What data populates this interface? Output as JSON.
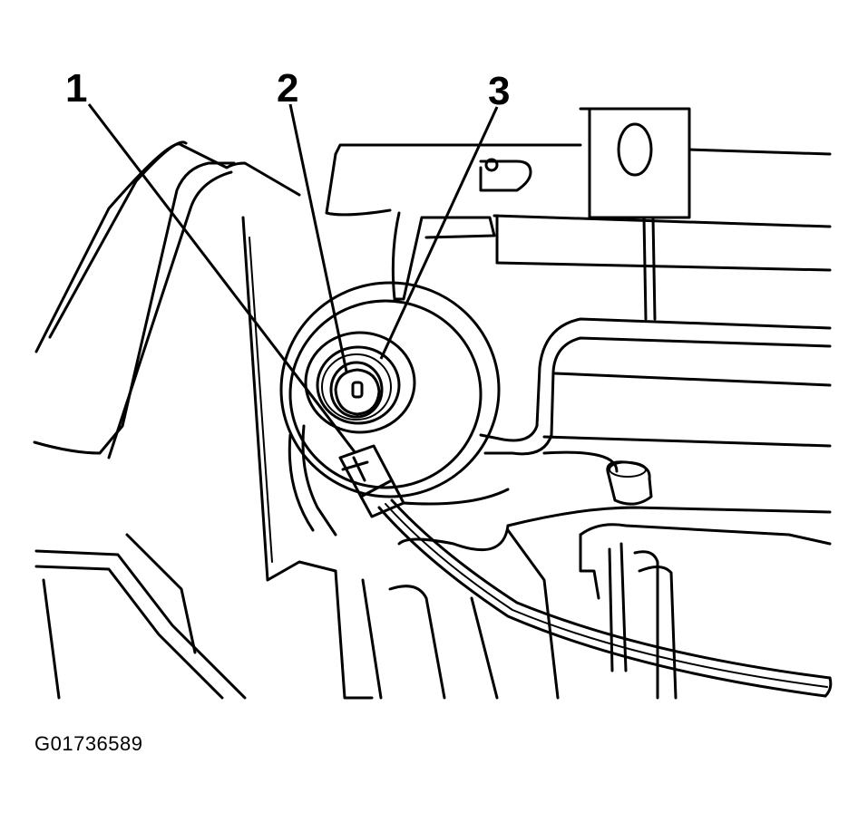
{
  "callouts": [
    {
      "number": "1"
    },
    {
      "number": "2"
    },
    {
      "number": "3"
    }
  ],
  "figure_id": "G01736589",
  "colors": {
    "ink": "#000000",
    "paper": "#ffffff"
  }
}
